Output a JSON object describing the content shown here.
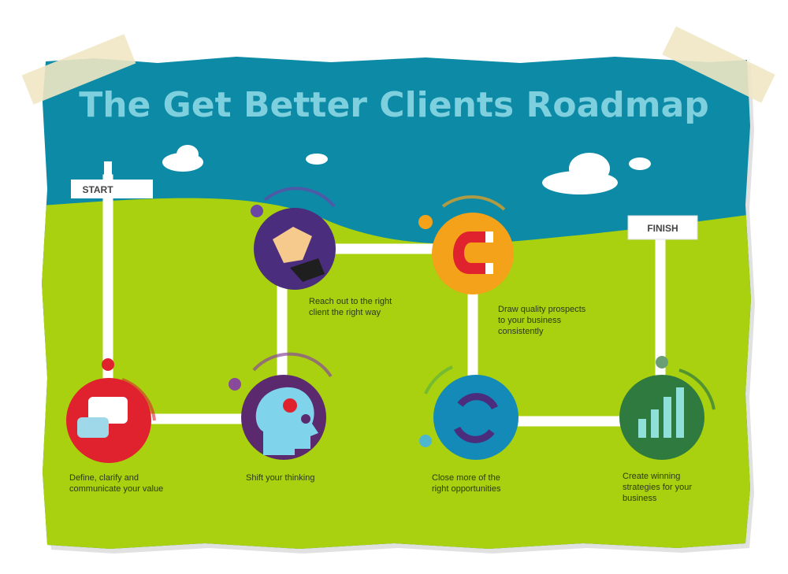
{
  "title": "The Get Better Clients Roadmap",
  "start_sign": "START",
  "finish_sign": "FINISH",
  "steps": [
    {
      "icon": "speech-bubbles-icon",
      "caption": [
        "Define, clarify and",
        "communicate your value"
      ]
    },
    {
      "icon": "head-gears-icon",
      "caption": [
        "Shift your thinking"
      ]
    },
    {
      "icon": "handshake-icon",
      "caption": [
        "Reach out to the right",
        "client the right way"
      ]
    },
    {
      "icon": "magnet-icon",
      "caption": [
        "Draw quality prospects",
        "to your business",
        "consistently"
      ]
    },
    {
      "icon": "cycle-arrows-icon",
      "caption": [
        "Close more of the",
        "right opportunities"
      ]
    },
    {
      "icon": "growth-bars-icon",
      "caption": [
        "Create winning",
        "strategies for your",
        "business"
      ]
    }
  ],
  "colors": {
    "sky": "#0c8aa6",
    "grass": "#a9d10f",
    "path": "#ffffff",
    "step1": "#e0212e",
    "step2": "#5b2a6e",
    "step3": "#4a2d7c",
    "step4": "#f4a21a",
    "step5": "#138ab8",
    "step6": "#2f7a3e",
    "tape": "#efe7c4"
  }
}
